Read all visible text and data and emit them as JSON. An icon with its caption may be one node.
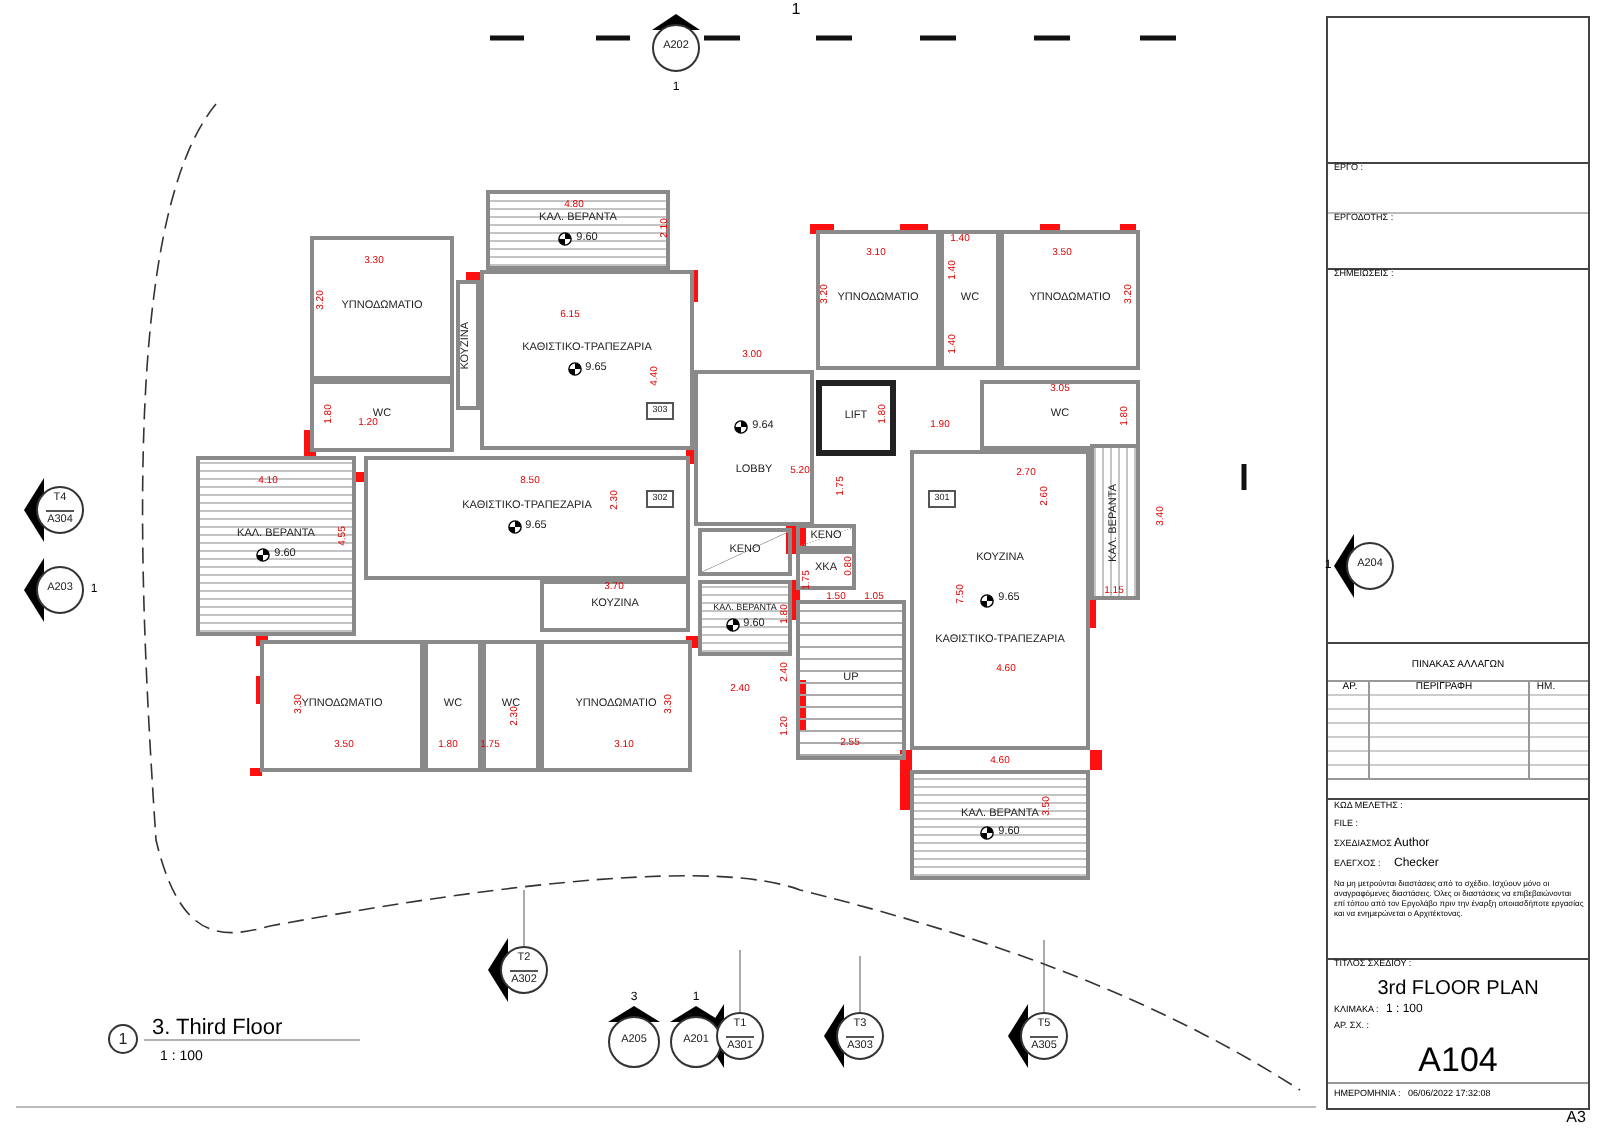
{
  "diagram": {
    "nodes": [
      {
        "text": [
          "ΥΠΝΟΔΩΜΑΤΙΟ"
        ]
      },
      {
        "text": [
          "ΚΟΥΖΙΝΑ"
        ]
      },
      {
        "text": [
          "ΚΑΘΙΣΤΙΚΟ-ΤΡΑΠΕΖΑΡΙΑ",
          "9.65"
        ]
      },
      {
        "text": [
          "WC"
        ]
      },
      {
        "text": [
          "ΚΑΛ. ΒΕΡΑΝΤΑ",
          "9.60"
        ]
      },
      {
        "text": [
          "303"
        ],
        "in": 2
      },
      {
        "text": [
          "9.64",
          "LOBBY"
        ]
      },
      {
        "text": [
          "LIFT"
        ]
      },
      {
        "text": [
          "ΚΑΛ. ΒΕΡΑΝΤΑ",
          "9.60"
        ]
      },
      {
        "text": [
          "ΚΑΘΙΣΤΙΚΟ-ΤΡΑΠΕΖΑΡΙΑ",
          "9.65"
        ]
      },
      {
        "text": [
          "302"
        ],
        "in": 9
      },
      {
        "text": [
          "ΚΟΥΖΙΝΑ"
        ]
      },
      {
        "text": [
          "ΚΕΝΟ"
        ]
      },
      {
        "text": [
          "ΚΑΛ. ΒΕΡΑΝΤΑ",
          "9.60"
        ]
      },
      {
        "text": [
          "ΥΠΝΟΔΩΜΑΤΙΟ"
        ]
      },
      {
        "text": [
          "WC"
        ]
      },
      {
        "text": [
          "WC"
        ]
      },
      {
        "text": [
          "ΥΠΝΟΔΩΜΑΤΙΟ"
        ]
      },
      {
        "text": [
          "ΥΠΝΟΔΩΜΑΤΙΟ"
        ]
      },
      {
        "text": [
          "WC"
        ]
      },
      {
        "text": [
          "ΥΠΝΟΔΩΜΑΤΙΟ"
        ]
      },
      {
        "text": [
          "WC"
        ]
      },
      {
        "text": [
          "ΚΕΝΟ"
        ]
      },
      {
        "text": [
          "ΧΚΑ"
        ]
      },
      {
        "text": [
          "301"
        ],
        "in": 25
      },
      {
        "text": [
          "ΚΟΥΖΙΝΑ",
          "9.65",
          "ΚΑΘΙΣΤΙΚΟ-ΤΡΑΠΕΖΑΡΙΑ"
        ]
      },
      {
        "text": [
          "ΚΑΛ. ΒΕΡΑΝΤΑ"
        ]
      },
      {
        "text": [
          "UP"
        ]
      },
      {
        "text": [
          "ΚΑΛ. ΒΕΡΑΝΤΑ",
          "9.60"
        ]
      },
      {
        "text": [
          "A202"
        ],
        "beside": [
          "1"
        ]
      },
      {
        "text": [
          "T4",
          "A304"
        ]
      },
      {
        "text": [
          "A203"
        ],
        "beside": [
          "1"
        ]
      },
      {
        "text": [
          "A204"
        ],
        "beside": [
          "1"
        ]
      },
      {
        "text": [
          "T2",
          "A302"
        ]
      },
      {
        "text": [
          "A205"
        ],
        "beside": [
          "3"
        ]
      },
      {
        "text": [
          "A201"
        ],
        "beside": [
          "1"
        ]
      },
      {
        "text": [
          "T1",
          "A301"
        ]
      },
      {
        "text": [
          "T3",
          "A303"
        ]
      },
      {
        "text": [
          "T5",
          "A305"
        ]
      },
      {
        "text": [
          "1"
        ]
      }
    ],
    "labels": [
      "1",
      "4.80",
      "2.10",
      "3.30",
      "3.20",
      "6.15",
      "4.40",
      "3.00",
      "1.80",
      "1.20",
      "4.10",
      "8.50",
      "5.20",
      "2.30",
      "4.55",
      "3.70",
      "1.80",
      "3.10",
      "1.40",
      "3.50",
      "3.20",
      "1.40",
      "3.20",
      "1.40",
      "3.05",
      "1.80",
      "1.90",
      "1.80",
      "2.70",
      "2.60",
      "3.40",
      "1.15",
      "1.75",
      "0.80",
      "1.75",
      "1.50",
      "1.05",
      "7.50",
      "4.60",
      "2.40",
      "2.40",
      "1.20",
      "2.55",
      "3.30",
      "3.50",
      "1.80",
      "1.75",
      "2.30",
      "3.30",
      "3.10",
      "4.60",
      "3.50",
      "3. Third Floor",
      "1 : 100",
      "ΕΡΓΟ :",
      "ΕΡΓΟΔΟΤΗΣ :",
      "ΣΗΜΕΙΩΣΕΙΣ :",
      "ΠΙΝΑΚΑΣ ΑΛΛΑΓΩΝ",
      "ΑΡ.",
      "ΠΕΡΙΓΡΑΦΗ",
      "ΗΜ.",
      "ΚΩΔ ΜΕΛΕΤΗΣ :",
      "FILE :",
      "ΣΧΕΔΙΑΣΜΟΣ :",
      "Author",
      "ΕΛΕΓΧΟΣ :",
      "Checker",
      "Να μη μετρούνται διαστάσεις από το σχέδιο. Ισχύουν μόνο οι αναγραφόμενες διαστάσεις. Όλες οι διαστάσεις να επιβεβαιώνονται επί τόπου από τον Εργολάβο πριν την έναρξη οποιασδήποτε εργασίας και να ενημερώνεται ο Αρχιτέκτονας.",
      "ΤΙΤΛΟΣ ΣΧΕΔΙΟΥ :",
      "3rd FLOOR PLAN",
      "ΚΛΙΜΑΚΑ :",
      "1 : 100",
      "ΑΡ. ΣΧ. :",
      "A104",
      "ΗΜΕΡΟΜΗΝΙΑ :",
      "06/06/2022 17:32:08",
      "A3"
    ]
  }
}
